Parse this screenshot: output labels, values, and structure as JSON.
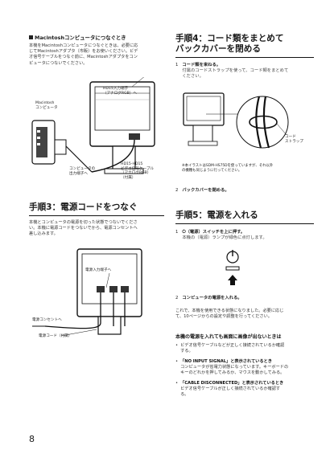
{
  "left": {
    "mac_heading": "Macintoshコンピュータにつなぐとき",
    "mac_body": [
      "本機をMacintoshコンピュータにつなぐときは、必要に応",
      "じてMacintoshアダプタ（市販）をお使いください。ビデ",
      "オ信号ケーブルをつなぐ前に、Macintoshアダプタをコン",
      "ピュータにつないでください。"
    ],
    "fig1_labels": {
      "hd15_input": "HD15入力端子",
      "hd15_input2": "（アナログRGB）へ",
      "mac_label": "Macintosh",
      "mac_label2": "コンピュータ",
      "computer_out": "コンピュータの",
      "computer_out2": "出力端子へ",
      "cable1": "HD15-HD15",
      "cable2": "ビデオ信号ケーブル",
      "cable3": "（アナログRGB）",
      "cable4": "（付属）"
    },
    "step3_heading": "手順3：電源コードをつなぐ",
    "step3_body": [
      "本機とコンピュータの電源を切った状態でつないでくださ",
      "い。本機に電源コードをつないでから、電源コンセントへ",
      "差し込みます。"
    ],
    "fig3_labels": {
      "ac_in": "電源入力端子へ",
      "outlet": "電源コンセントへ",
      "cord": "電源コード（付属）"
    },
    "page_number": "8"
  },
  "right": {
    "step4_heading_line1": "手順4：コード類をまとめて",
    "step4_heading_line2": "バックカバーを閉める",
    "step4_items": [
      {
        "num": "1",
        "title": "コード類を束ねる。",
        "desc": [
          "付属のコードストラップを使って、コード類をまとめて",
          "ください。"
        ]
      },
      {
        "num": "2",
        "title": "バックカバーを閉める。",
        "desc": []
      }
    ],
    "fig4_labels": {
      "strap": "コード",
      "strap2": "ストラップ",
      "note1": "※本イラストはSDM-HS75Dを使っていますが、それ以外",
      "note2": "の機種も同じように行ってください。"
    },
    "step5_heading": "手順5：電源を入れる",
    "step5_items": [
      {
        "num": "1",
        "title": "（電源）スイッチを上に押す。",
        "desc": [
          "本機の（電源）ランプが緑色に点灯します。"
        ]
      },
      {
        "num": "2",
        "title": "コンピュータの電源を入れる。",
        "desc": []
      }
    ],
    "power_symbol": "⏻",
    "step5_after": [
      "これで、本機を使用できる状態になりました。必要に応じ",
      "て、10ページからの設定や調整を行ってください。"
    ],
    "trouble_heading": "本機の電源を入れても画面に画像が出ないときは",
    "trouble_items": [
      {
        "title": "ビデオ信号ケーブルなどが正しく接続されているか確認",
        "lines": [
          "する。"
        ]
      },
      {
        "title": "「NO INPUT SIGNAL」と表示されているとき",
        "lines": [
          "コンピュータが省電力状態になっています。キーボードの",
          "キーのどれかを押してみるか、マウスを動かしてみる。"
        ]
      },
      {
        "title": "「CABLE DISCONNECTED」と表示されているとき",
        "lines": [
          "ビデオ信号ケーブルが正しく接続されているか確認す",
          "る。"
        ]
      }
    ]
  }
}
